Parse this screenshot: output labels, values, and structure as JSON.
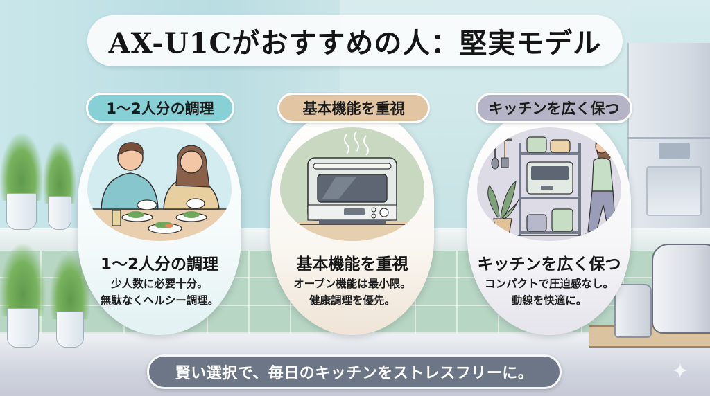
{
  "title": "AX-U1Cがおすすめの人：堅実モデル",
  "cards": [
    {
      "tag": "1〜2人分の調理",
      "tag_color": "#86d0d6",
      "illustration": "couple-eating-meal",
      "heading": "1〜2人分の調理",
      "desc_lines": [
        "少人数に必要十分。",
        "無駄なくヘルシー調理。"
      ]
    },
    {
      "tag": "基本機能を重視",
      "tag_color": "#e2c5a3",
      "illustration": "steam-oven-appliance",
      "heading": "基本機能を重視",
      "desc_lines": [
        "オーブン機能は最小限。",
        "健康調理を優先。"
      ]
    },
    {
      "tag": "キッチンを広く保つ",
      "tag_color": "#b5b4c6",
      "illustration": "woman-walking-by-kitchen-rack",
      "heading": "キッチンを広く保つ",
      "desc_lines": [
        "コンパクトで圧迫感なし。",
        "動線を快適に。"
      ]
    }
  ],
  "footer": "賢い選択で、毎日のキッチンをストレスフリーに。",
  "colors": {
    "footer_bg": "#6c7686",
    "title_bg": "#fafcfc"
  }
}
